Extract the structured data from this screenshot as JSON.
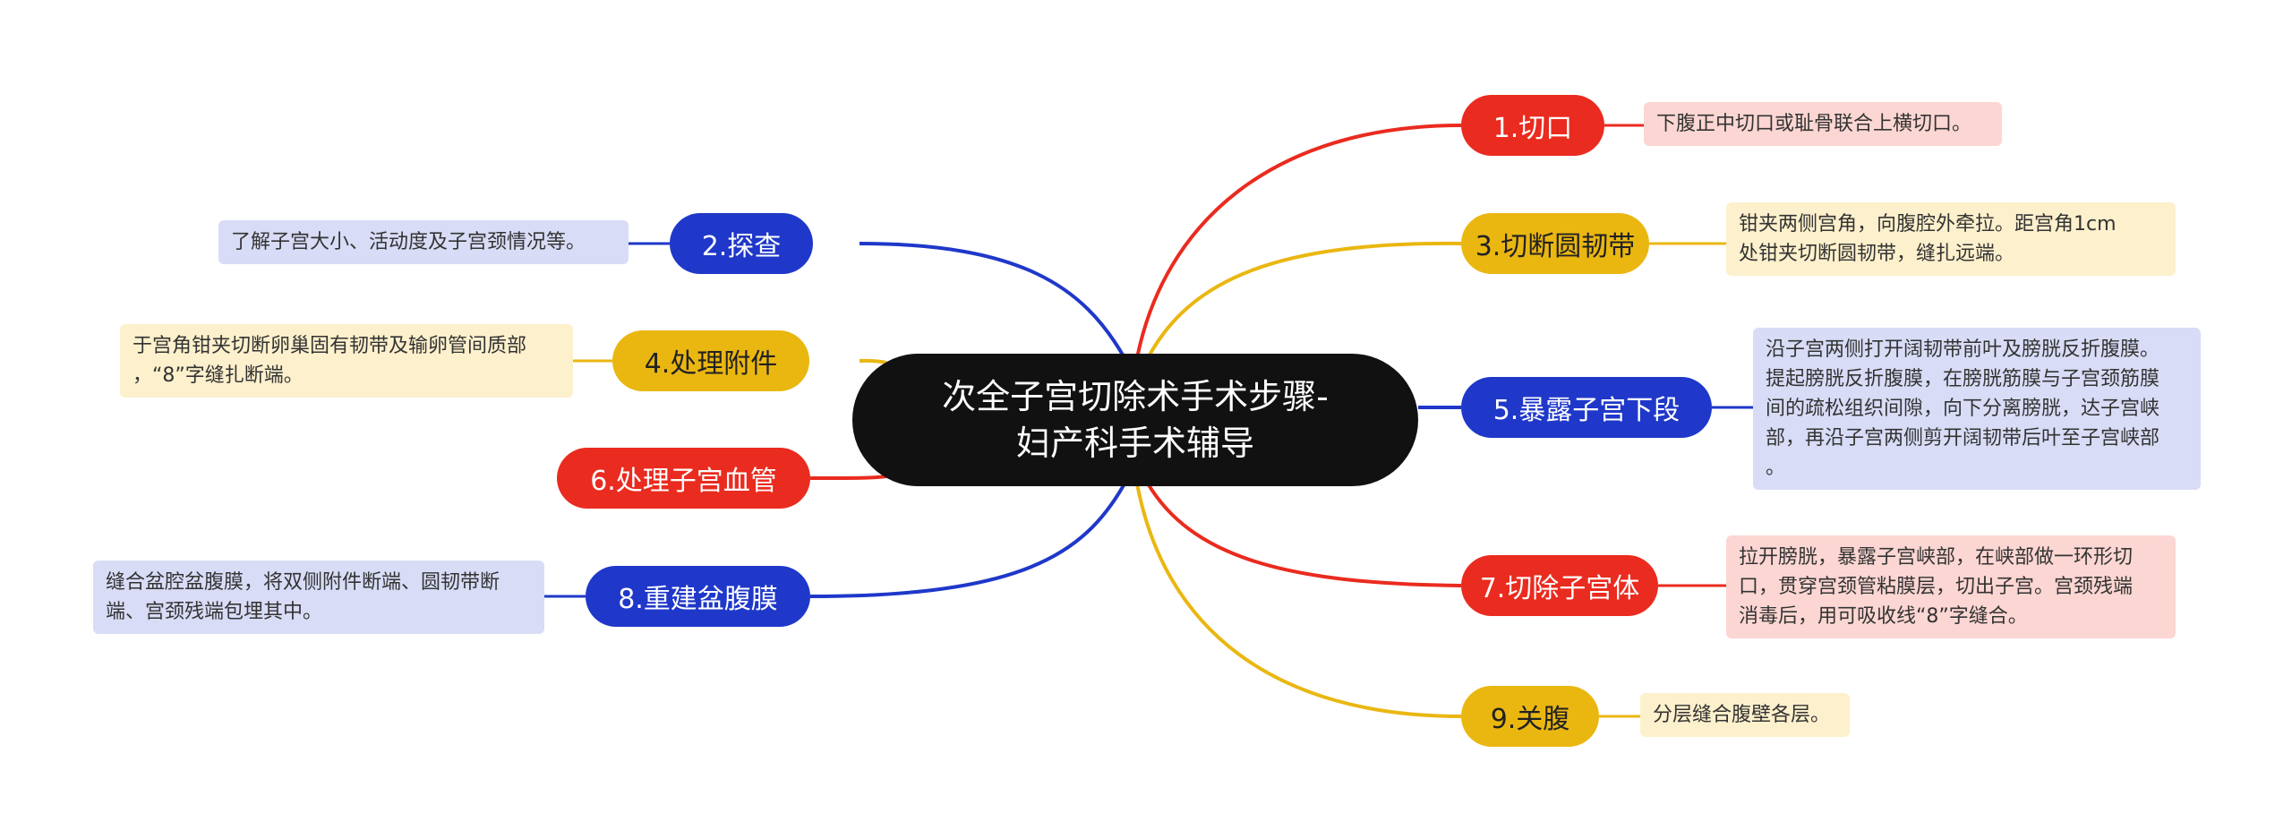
{
  "colors": {
    "red": "#ea2b1f",
    "yellow": "#eab711",
    "blue": "#1f38c9",
    "center": "#111111",
    "note_pink": "#fbd6d2",
    "note_cream": "#fdf0cc",
    "note_lavender": "#d8dcf6"
  },
  "center": {
    "line1": "次全子宫切除术手术步骤-",
    "line2": "妇产科手术辅导"
  },
  "steps": {
    "s1": {
      "label": "1.切口",
      "note": [
        "下腹正中切口或耻骨联合上横切口。"
      ]
    },
    "s2": {
      "label": "2.探查",
      "note": [
        "了解子宫大小、活动度及子宫颈情况等。"
      ]
    },
    "s3": {
      "label": "3.切断圆韧带",
      "note": [
        "钳夹两侧宫角，向腹腔外牵拉。距宫角1cm",
        "处钳夹切断圆韧带，缝扎远端。"
      ]
    },
    "s4": {
      "label": "4.处理附件",
      "note": [
        "于宫角钳夹切断卵巢固有韧带及输卵管间质部",
        "，“8”字缝扎断端。"
      ]
    },
    "s5": {
      "label": "5.暴露子宫下段",
      "note": [
        "沿子宫两侧打开阔韧带前叶及膀胱反折腹膜。",
        "提起膀胱反折腹膜，在膀胱筋膜与子宫颈筋膜",
        "间的疏松组织间隙，向下分离膀胱，达子宫峡",
        "部，再沿子宫两侧剪开阔韧带后叶至子宫峡部",
        "。"
      ]
    },
    "s6": {
      "label": "6.处理子宫血管"
    },
    "s7": {
      "label": "7.切除子宫体",
      "note": [
        "拉开膀胱，暴露子宫峡部，在峡部做一环形切",
        "口，贯穿宫颈管粘膜层，切出子宫。宫颈残端",
        "消毒后，用可吸收线“8”字缝合。"
      ]
    },
    "s8": {
      "label": "8.重建盆腹膜",
      "note": [
        "缝合盆腔盆腹膜，将双侧附件断端、圆韧带断",
        "端、宫颈残端包埋其中。"
      ]
    },
    "s9": {
      "label": "9.关腹",
      "note": [
        "分层缝合腹壁各层。"
      ]
    }
  }
}
